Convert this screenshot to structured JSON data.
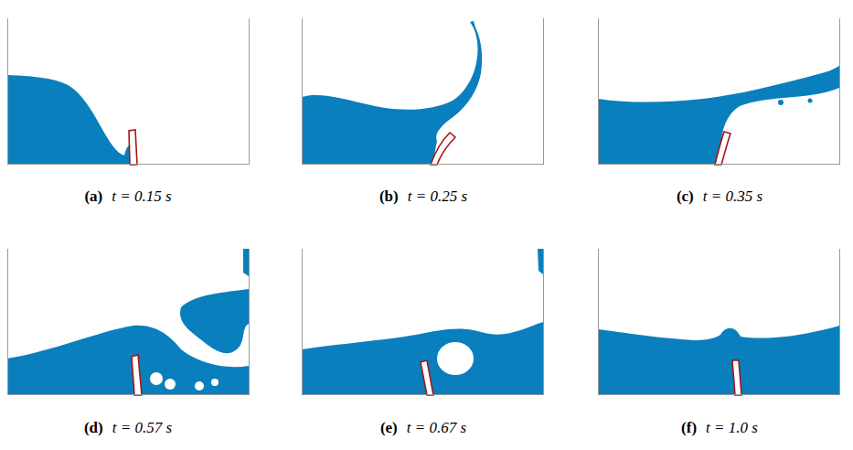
{
  "diagram": {
    "labels": [
      "(a)",
      "t = 0.15 s",
      "(b)",
      "t = 0.25 s",
      "(c)",
      "t = 0.35 s",
      "(d)",
      "t = 0.57 s",
      "(e)",
      "t = 0.67 s",
      "(f)",
      "t = 1.0 s"
    ]
  }
}
